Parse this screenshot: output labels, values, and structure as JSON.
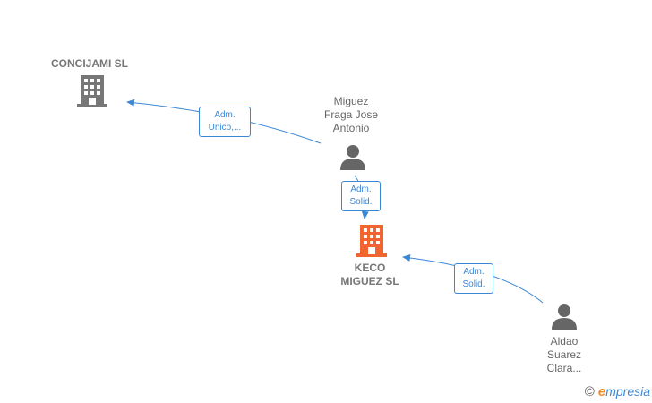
{
  "nodes": {
    "concijami": {
      "label": "CONCIJAMI  SL",
      "type": "company",
      "color": "#777777"
    },
    "keco": {
      "label": "KECO\nMIGUEZ  SL",
      "type": "company",
      "color": "#f26531"
    },
    "miguez": {
      "label": "Miguez\nFraga Jose\nAntonio",
      "type": "person",
      "color": "#666666"
    },
    "aldao": {
      "label": "Aldao\nSuarez\nClara...",
      "type": "person",
      "color": "#666666"
    }
  },
  "edges": [
    {
      "from": "miguez",
      "to": "concijami",
      "label": "Adm.\nUnico,..."
    },
    {
      "from": "miguez",
      "to": "keco",
      "label": "Adm.\nSolid."
    },
    {
      "from": "aldao",
      "to": "keco",
      "label": "Adm.\nSolid."
    }
  ],
  "colors": {
    "edge": "#3b87d6",
    "company": "#777777",
    "highlight": "#f26531",
    "person": "#666666"
  },
  "watermark": {
    "copyright": "©",
    "brand_e": "e",
    "brand_rest": "mpresia"
  }
}
